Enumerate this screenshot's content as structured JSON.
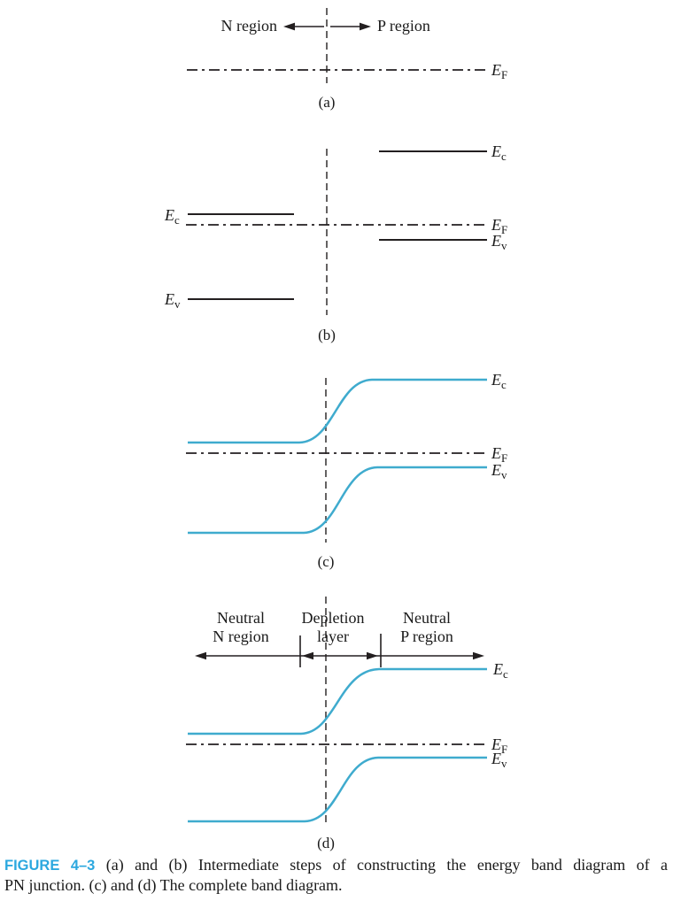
{
  "figure": {
    "colors": {
      "band_curve": "#3FABCE",
      "figure_label": "#2CA8DF",
      "line": "#231F20",
      "text": "#1A1A1A"
    },
    "panels": {
      "a": {
        "n_region": "N region",
        "p_region": "P region",
        "ef": {
          "base": "E",
          "sub": "F"
        },
        "tag": "(a)"
      },
      "b": {
        "ec_left": {
          "base": "E",
          "sub": "c"
        },
        "ev_left": {
          "base": "E",
          "sub": "v"
        },
        "ec_right": {
          "base": "E",
          "sub": "c"
        },
        "ef": {
          "base": "E",
          "sub": "F"
        },
        "ev_right": {
          "base": "E",
          "sub": "v"
        },
        "tag": "(b)"
      },
      "c": {
        "ec": {
          "base": "E",
          "sub": "c"
        },
        "ef": {
          "base": "E",
          "sub": "F"
        },
        "ev": {
          "base": "E",
          "sub": "v"
        },
        "tag": "(c)"
      },
      "d": {
        "neutral_n_1": "Neutral",
        "neutral_n_2": "N region",
        "depletion_1": "Depletion",
        "depletion_2": "layer",
        "neutral_p_1": "Neutral",
        "neutral_p_2": "P region",
        "ec": {
          "base": "E",
          "sub": "c"
        },
        "ef": {
          "base": "E",
          "sub": "F"
        },
        "ev": {
          "base": "E",
          "sub": "v"
        },
        "tag": "(d)"
      }
    }
  },
  "caption": {
    "label": "FIGURE 4–3",
    "line1": "(a) and (b) Intermediate steps of constructing the energy band diagram of a",
    "line2": "PN junction. (c) and (d) The complete band diagram."
  }
}
